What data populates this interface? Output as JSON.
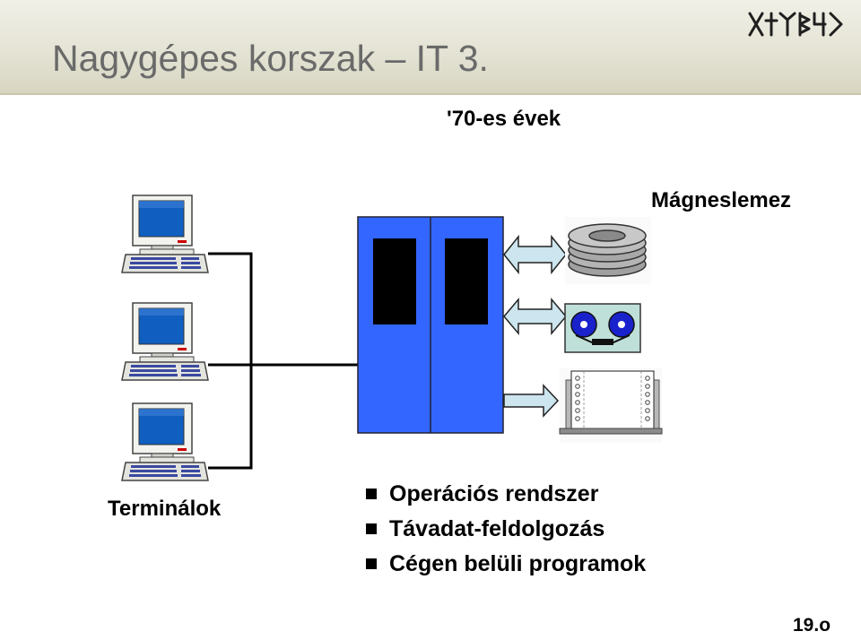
{
  "slide": {
    "title": "Nagygépes korszak – IT 3.",
    "logo_text": "ꓫꓔꓦꓭꓱꓒ",
    "page_number": "19.o"
  },
  "diagram": {
    "era_label": "'70-es évek",
    "disk_label": "Mágneslemez",
    "terminals_label": "Terminálok",
    "bullets": [
      "Operációs rendszer",
      "Távadat-feldolgozás",
      "Cégen belüli programok"
    ]
  },
  "colors": {
    "mainframe": "#3366ff",
    "arrow_fill": "#cce5ee",
    "tape_panel": "#bfe0d8",
    "reel": "#1a22cc",
    "title_text": "#6a6a6a"
  }
}
